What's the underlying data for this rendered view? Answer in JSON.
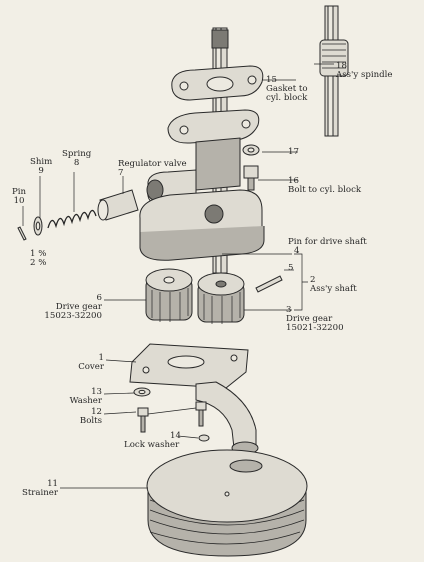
{
  "labels": {
    "p1": {
      "num": "1",
      "text": "Cover"
    },
    "p2": {
      "num": "2",
      "text": "Ass'y shaft"
    },
    "p3": {
      "num": "3",
      "text": "Drive gear",
      "code": "15021-32200"
    },
    "p4": {
      "num": "4",
      "text": "Pin for drive shaft"
    },
    "p5": {
      "num": "5"
    },
    "p6": {
      "num": "6",
      "text": "Drive gear",
      "code": "15023-32200"
    },
    "p7": {
      "num": "7",
      "text": "Regulator valve"
    },
    "p8": {
      "num": "8",
      "text": "Spring"
    },
    "p9": {
      "num": "9",
      "text": "Shim"
    },
    "p10": {
      "num": "10",
      "text": "Pin"
    },
    "p11": {
      "num": "11",
      "text": "Strainer"
    },
    "p12": {
      "num": "12",
      "text": "Bolts"
    },
    "p13": {
      "num": "13",
      "text": "Washer"
    },
    "p14": {
      "num": "14",
      "text": "Lock washer"
    },
    "p15": {
      "num": "15",
      "text": "Gasket to",
      "text2": "cyl. block"
    },
    "p16": {
      "num": "16",
      "text": "Bolt to cyl. block"
    },
    "p17": {
      "num": "17"
    },
    "p18": {
      "num": "18",
      "text": "Ass'y spindle"
    },
    "shim_sizes": [
      "1 %",
      "2 %"
    ]
  }
}
